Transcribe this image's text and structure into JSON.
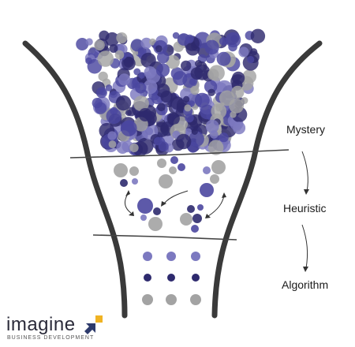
{
  "stages": {
    "mystery": "Mystery",
    "heuristic": "Heuristic",
    "algorithm": "Algorithm"
  },
  "logo": {
    "word": "imagine",
    "subtitle": "BUSINESS DEVELOPMENT"
  },
  "colors": {
    "funnel": "#3a3a3a",
    "navy": "#2e2a6e",
    "indigo": "#4b47a0",
    "periwinkle": "#7c79c0",
    "gray": "#a3a3a3",
    "logo_yellow": "#f0b323",
    "logo_navy": "#2d3a6b"
  }
}
